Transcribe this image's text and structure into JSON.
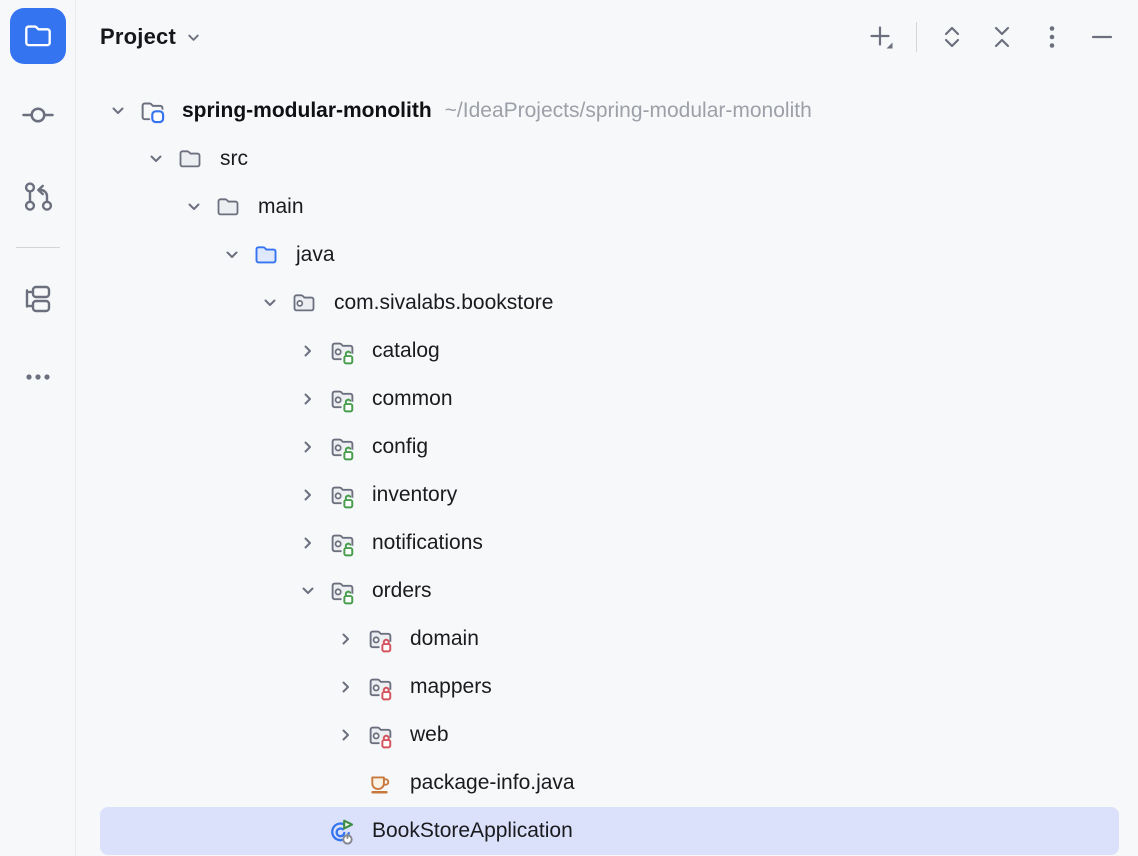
{
  "header": {
    "title": "Project",
    "toolbar": [
      {
        "id": "add",
        "icon": "add-icon"
      },
      {
        "id": "expand-all",
        "icon": "expand-all-icon"
      },
      {
        "id": "collapse-all",
        "icon": "collapse-all-icon"
      },
      {
        "id": "options",
        "icon": "more-vertical-icon"
      },
      {
        "id": "hide",
        "icon": "minimize-icon"
      }
    ]
  },
  "activity_bar": {
    "items": [
      {
        "id": "project",
        "icon": "project-tool-icon",
        "active": true
      },
      {
        "id": "commit",
        "icon": "commit-icon",
        "active": false
      },
      {
        "id": "pull-requests",
        "icon": "pull-requests-icon",
        "active": false
      },
      {
        "id": "structure",
        "icon": "structure-icon",
        "active": false
      },
      {
        "id": "more-tools",
        "icon": "more-horizontal-icon",
        "active": false
      }
    ]
  },
  "tree": {
    "rows": [
      {
        "label": "spring-modular-monolith",
        "path_hint": "~/IdeaProjects/spring-modular-monolith",
        "depth": 0,
        "chevron": "expanded",
        "icon": "project-folder",
        "bold": true,
        "selected": false
      },
      {
        "label": "src",
        "depth": 1,
        "chevron": "expanded",
        "icon": "folder",
        "selected": false
      },
      {
        "label": "main",
        "depth": 2,
        "chevron": "expanded",
        "icon": "folder",
        "selected": false
      },
      {
        "label": "java",
        "depth": 3,
        "chevron": "expanded",
        "icon": "source-folder",
        "selected": false
      },
      {
        "label": "com.sivalabs.bookstore",
        "depth": 4,
        "chevron": "expanded",
        "icon": "package",
        "selected": false
      },
      {
        "label": "catalog",
        "depth": 5,
        "chevron": "collapsed",
        "icon": "package-open-lock",
        "selected": false
      },
      {
        "label": "common",
        "depth": 5,
        "chevron": "collapsed",
        "icon": "package-open-lock",
        "selected": false
      },
      {
        "label": "config",
        "depth": 5,
        "chevron": "collapsed",
        "icon": "package-open-lock",
        "selected": false
      },
      {
        "label": "inventory",
        "depth": 5,
        "chevron": "collapsed",
        "icon": "package-open-lock",
        "selected": false
      },
      {
        "label": "notifications",
        "depth": 5,
        "chevron": "collapsed",
        "icon": "package-open-lock",
        "selected": false
      },
      {
        "label": "orders",
        "depth": 5,
        "chevron": "expanded",
        "icon": "package-open-lock",
        "selected": false
      },
      {
        "label": "domain",
        "depth": 6,
        "chevron": "collapsed",
        "icon": "package-locked",
        "selected": false
      },
      {
        "label": "mappers",
        "depth": 6,
        "chevron": "collapsed",
        "icon": "package-locked",
        "selected": false
      },
      {
        "label": "web",
        "depth": 6,
        "chevron": "collapsed",
        "icon": "package-locked",
        "selected": false
      },
      {
        "label": "package-info.java",
        "depth": 6,
        "chevron": "none",
        "icon": "java-file",
        "selected": false
      },
      {
        "label": "BookStoreApplication",
        "depth": 5,
        "chevron": "none",
        "icon": "spring-boot-application",
        "selected": true
      }
    ]
  },
  "colors": {
    "background": "#F7F8FA",
    "selection": "#DBE0FB",
    "accent_blue": "#3574F0",
    "exposed_green": "#479E4F",
    "internal_red": "#D4545E",
    "java_orange": "#C9783C",
    "icon_gray": "#6C707E",
    "muted_text": "#9DA0A8"
  }
}
